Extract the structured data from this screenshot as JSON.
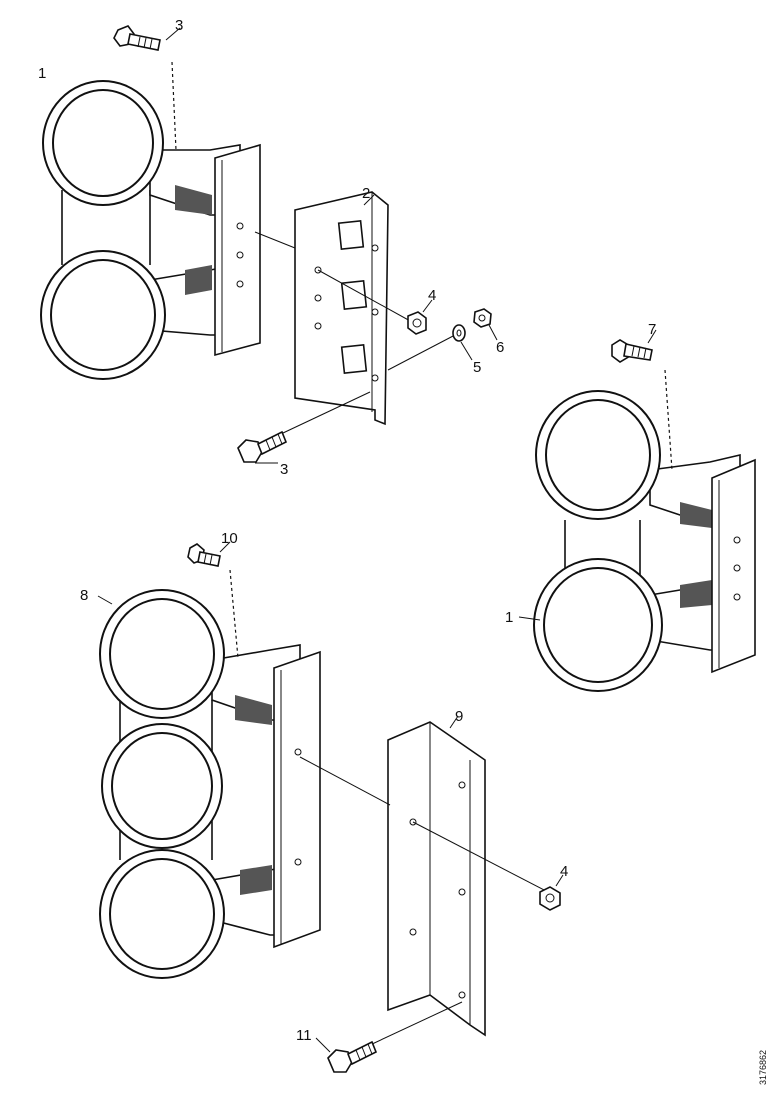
{
  "callouts": {
    "a1": "1",
    "a2": "2",
    "a3_top": "3",
    "a3_bottom": "3",
    "a4": "4",
    "a5": "5",
    "a6": "6",
    "b7": "7",
    "b1": "1",
    "c8": "8",
    "c9": "9",
    "c10": "10",
    "c4": "4",
    "c11": "11"
  },
  "document_number": "3176862",
  "icons": {
    "bolt": "hex-head-bolt-icon",
    "nut": "hex-nut-icon",
    "washer": "washer-icon",
    "clamp": "cable-clamp-icon",
    "plate": "mounting-plate-icon"
  }
}
